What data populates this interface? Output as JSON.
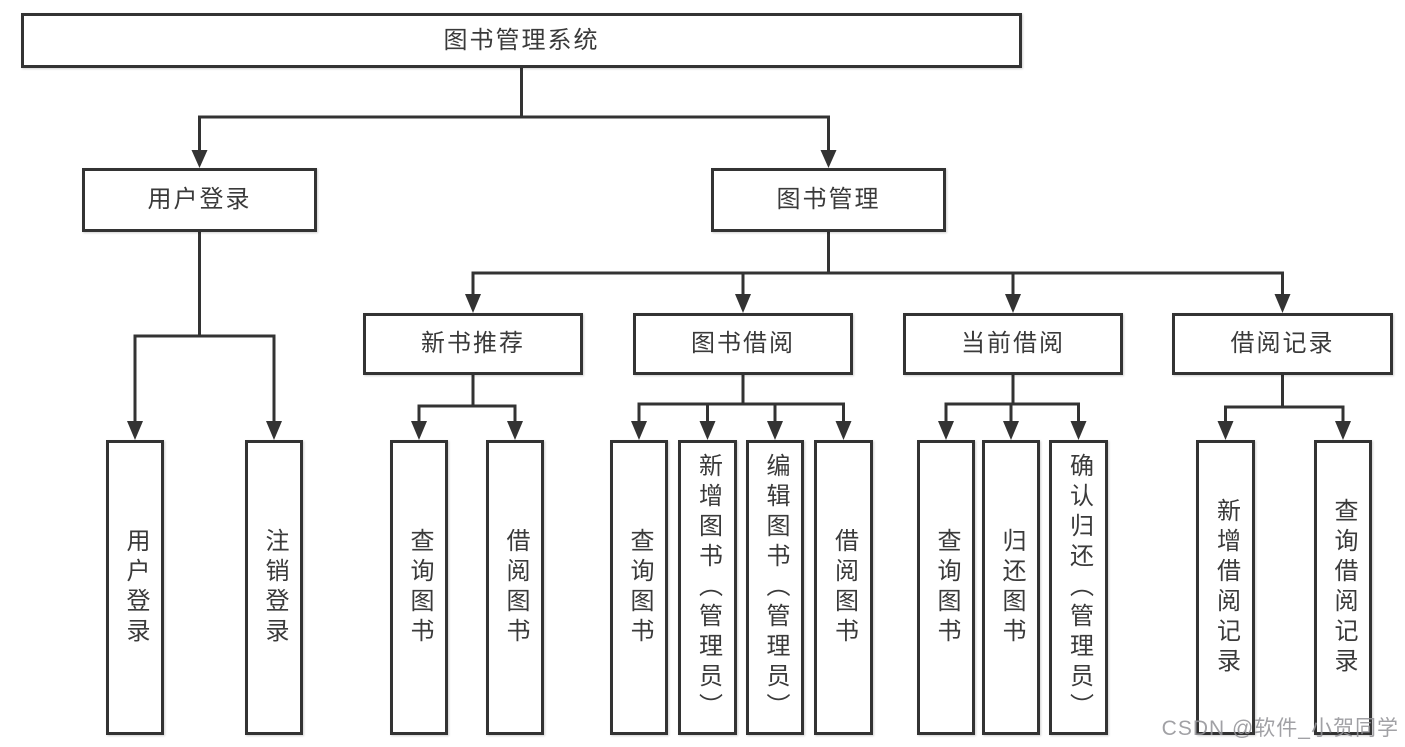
{
  "palette": {
    "line": "#333333",
    "box_border": "#333333",
    "text": "#3a3a3a",
    "background": "#ffffff",
    "watermark": "#949499"
  },
  "nodes": {
    "root": {
      "label": "图书管理系统"
    },
    "user_login": {
      "label": "用户登录"
    },
    "book_mgmt": {
      "label": "图书管理"
    },
    "new_book_rec": {
      "label": "新书推荐"
    },
    "book_borrow": {
      "label": "图书借阅"
    },
    "current_borrow": {
      "label": "当前借阅"
    },
    "borrow_records": {
      "label": "借阅记录"
    },
    "leaf_user_login": {
      "label": "用户登录"
    },
    "leaf_logout": {
      "label": "注销登录"
    },
    "leaf_query_books_rec": {
      "label": "查询图书"
    },
    "leaf_borrow_books_rec": {
      "label": "借阅图书"
    },
    "leaf_query_books_borrow": {
      "label": "查询图书"
    },
    "leaf_add_book": {
      "label": "新增图书（管理员）"
    },
    "leaf_edit_book": {
      "label": "编辑图书（管理员）"
    },
    "leaf_borrow_books_borrow": {
      "label": "借阅图书"
    },
    "leaf_query_books_current": {
      "label": "查询图书"
    },
    "leaf_return_book": {
      "label": "归还图书"
    },
    "leaf_confirm_return": {
      "label": "确认归还（管理员）"
    },
    "leaf_add_record": {
      "label": "新增借阅记录"
    },
    "leaf_query_record": {
      "label": "查询借阅记录"
    }
  },
  "watermark": {
    "text": "CSDN @软件_小贺同学"
  }
}
